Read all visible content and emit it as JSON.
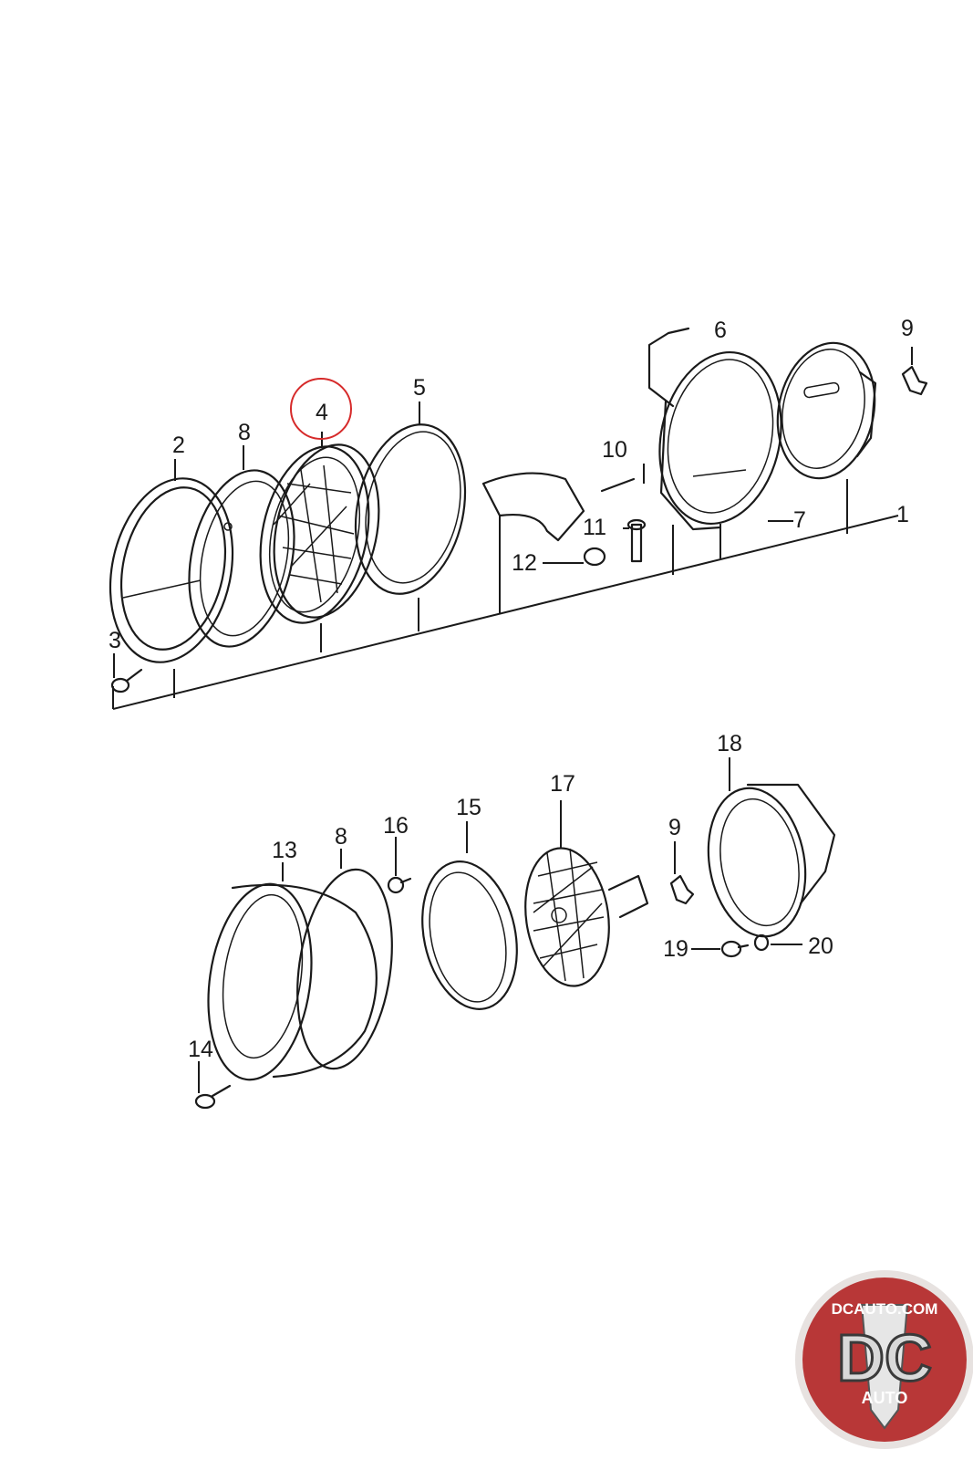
{
  "callouts": {
    "c1": "1",
    "c2": "2",
    "c3": "3",
    "c4": "4",
    "c5": "5",
    "c6": "6",
    "c7": "7",
    "c8a": "8",
    "c8b": "8",
    "c9a": "9",
    "c9b": "9",
    "c10": "10",
    "c11": "11",
    "c12": "12",
    "c13": "13",
    "c14": "14",
    "c15": "15",
    "c16": "16",
    "c17": "17",
    "c18": "18",
    "c19": "19",
    "c20": "20"
  },
  "highlighted_callout": "4",
  "colors": {
    "highlight": "#d62a2a",
    "ink": "#1a1a1a",
    "logo_red": "#b83737"
  },
  "logo": {
    "site": "DCAUTO.COM",
    "mark": "DC",
    "word": "AUTO"
  }
}
